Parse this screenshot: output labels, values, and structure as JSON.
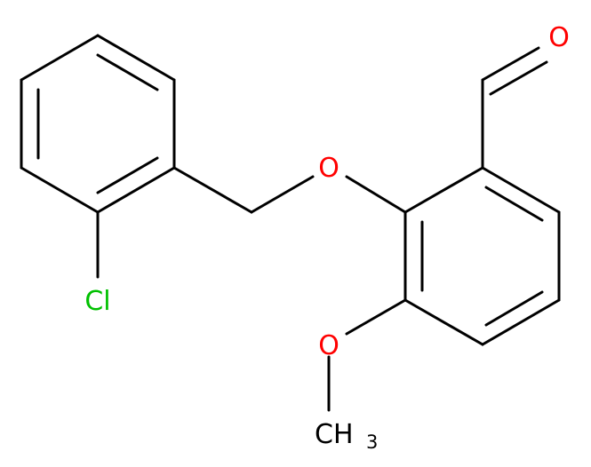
{
  "molecule": {
    "colors": {
      "bond": "#000000",
      "oxygen": "#ff0000",
      "chlorine": "#00c000",
      "carbon_label": "#000000"
    },
    "atoms": {
      "aldehyde_o": "O",
      "ether_o": "O",
      "methoxy_o": "O",
      "chlorine": "Cl",
      "methyl_c": "CH",
      "methyl_sub": "3"
    }
  }
}
